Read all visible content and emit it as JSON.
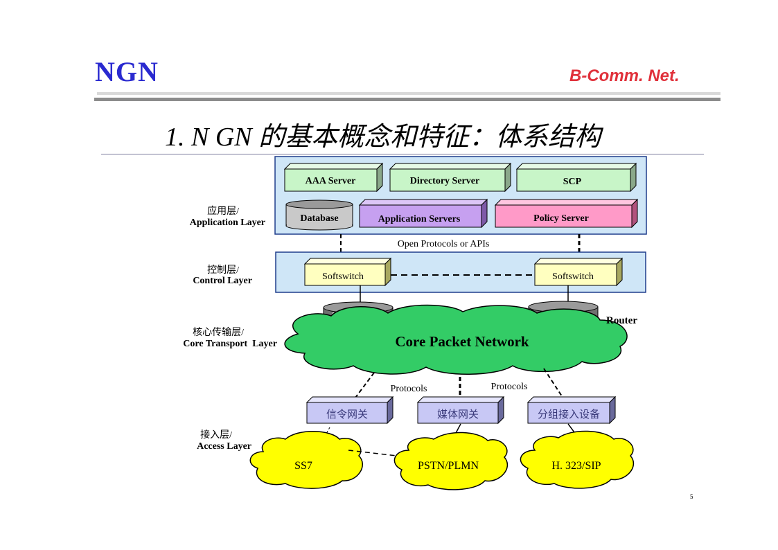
{
  "header": {
    "brand": "NGN",
    "tagline": "B-Comm. Net.",
    "title": "1. N GN 的基本概念和特征：体系结构"
  },
  "colors": {
    "brand": "#2a2ad0",
    "tagline": "#e0303a",
    "layer_panel": "#cfe6f7",
    "core_cloud": "#33cc66",
    "access_cloud": "#ffff00",
    "green_box": "#c8f5c8",
    "purple_box": "#c6a0f0",
    "pink_box": "#ff9ac8",
    "softswitch_box": "#ffffc0",
    "gateway_box": "#c8c8f5"
  },
  "layers": [
    {
      "cn": "应用层/",
      "en": "Application Layer"
    },
    {
      "cn": "控制层/",
      "en": "Control Layer"
    },
    {
      "cn": "核心传输层/",
      "en": "Core Transport  Layer"
    },
    {
      "cn": "接入层/",
      "en": "Access Layer"
    }
  ],
  "application": {
    "boxes_row1": [
      "AAA Server",
      "Directory Server",
      "SCP"
    ],
    "database": "Database",
    "app_servers": "Application Servers",
    "policy_server": "Policy Server"
  },
  "link_label": "Open Protocols or APIs",
  "control": {
    "softswitch_left": "Softswitch",
    "softswitch_right": "Softswitch"
  },
  "core": {
    "router_label": "Router",
    "network_label": "Core Packet Network"
  },
  "protocols_left": "Protocols",
  "protocols_right": "Protocols",
  "gateways": [
    "信令网关",
    "媒体网关",
    "分组接入设备"
  ],
  "access_clouds": [
    "SS7",
    "PSTN/PLMN",
    "H. 323/SIP"
  ],
  "page_number": "5"
}
